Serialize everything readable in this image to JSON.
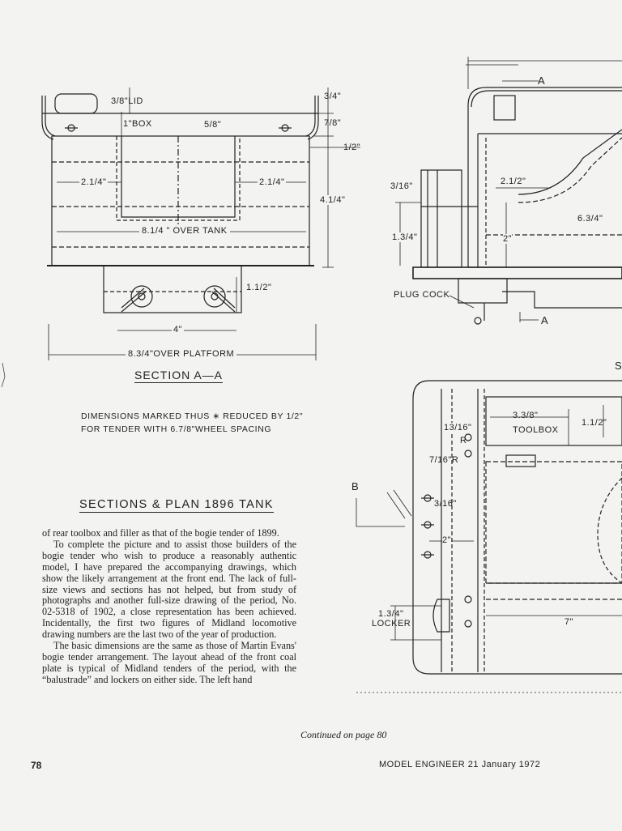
{
  "drawing": {
    "section_a": {
      "dims": {
        "lid": "3/8\"LID",
        "box": "1\"BOX",
        "five_eighths": "5/8\"",
        "three_quarter": "3/4\"",
        "seven_eighths": "7/8\"",
        "half": "1/2\"",
        "two_quarter_left": "2.1/4\"",
        "two_quarter_right": "2.1/4\"",
        "four_quarter": "4.1/4\"",
        "over_tank": "8.1/4 \"  OVER TANK",
        "one_half": "1.1/2\"",
        "four": "4\"",
        "over_platform": "8.3/4\"OVER PLATFORM"
      },
      "title": "SECTION  A—A"
    },
    "side": {
      "marker_a_top": "A",
      "marker_a_bottom": "A",
      "three_sixteenths": "3/16\"",
      "three_quarter": "1.3/4\"",
      "two_half": "2.1/2\"",
      "two": "2\"",
      "six_three_quarter": "6.3/4\"",
      "plug_cock": "PLUG COCK"
    },
    "plan": {
      "marker_b": "B",
      "thirteen_sixteenths": "13/16\"",
      "r_label": "R",
      "seven_sixteenths": "7/16\"R",
      "three_eighths": "3.3/8\"",
      "toolbox": "TOOLBOX",
      "one_half": "1.1/2\"",
      "three_sixteenths": "3/16\"",
      "two": "2\"",
      "locker_dim": "1.3/4\"",
      "locker": "LOCKER",
      "seven": "7\"",
      "edge_letter": "S"
    }
  },
  "note_lines": [
    "DIMENSIONS MARKED THUS ∗ REDUCED BY 1/2\"",
    "FOR TENDER WITH 6.7/8\"WHEEL SPACING"
  ],
  "article": {
    "heading": "SECTIONS & PLAN 1896 TANK",
    "paragraphs": [
      "of rear toolbox and filler as that of the bogie tender of 1899.",
      "To complete the picture and to assist those builders of the bogie tender who wish to produce a reasonably authentic model, I have prepared the accompanying drawings, which show the likely arrangement at the front end. The lack of full-size views and sections has not helped, but from study of photographs and another full-size drawing of the period, No. 02-5318 of 1902, a close representation has been achieved. Incidentally, the first two figures of Midland locomotive drawing numbers are the last two of the year of production.",
      "The basic dimensions are the same as those of Martin Evans' bogie tender arrangement. The layout ahead of the front coal plate is typical of Midland tenders of the period, with the “balustrade” and lockers on either side. The left hand"
    ],
    "continued": "Continued on page 80"
  },
  "footer": {
    "page_number": "78",
    "publication": "MODEL ENGINEER  21 January 1972"
  }
}
